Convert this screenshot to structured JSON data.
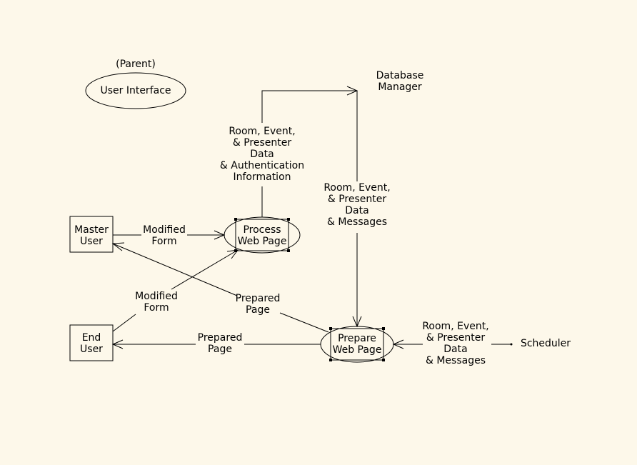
{
  "diagram": {
    "parent_label": "(Parent)",
    "user_interface": "User Interface",
    "database_manager": [
      "Database",
      "Manager"
    ],
    "scheduler": "Scheduler",
    "master_user": [
      "Master",
      "User"
    ],
    "end_user": [
      "End",
      "User"
    ],
    "process_web_page": [
      "Process",
      "Web Page"
    ],
    "prepare_web_page": [
      "Prepare",
      "Web Page"
    ],
    "flow_to_db": [
      "Room, Event,",
      "& Presenter",
      "Data",
      "& Authentication",
      "Information"
    ],
    "flow_from_db": [
      "Room, Event,",
      "& Presenter",
      "Data",
      "& Messages"
    ],
    "flow_from_scheduler": [
      "Room, Event,",
      "& Presenter",
      "Data",
      "& Messages"
    ],
    "flow_master_modified": [
      "Modified",
      "Form"
    ],
    "flow_end_modified": [
      "Modified",
      "Form"
    ],
    "flow_prepared_master": [
      "Prepared",
      "Page"
    ],
    "flow_prepared_end": [
      "Prepared",
      "Page"
    ]
  }
}
